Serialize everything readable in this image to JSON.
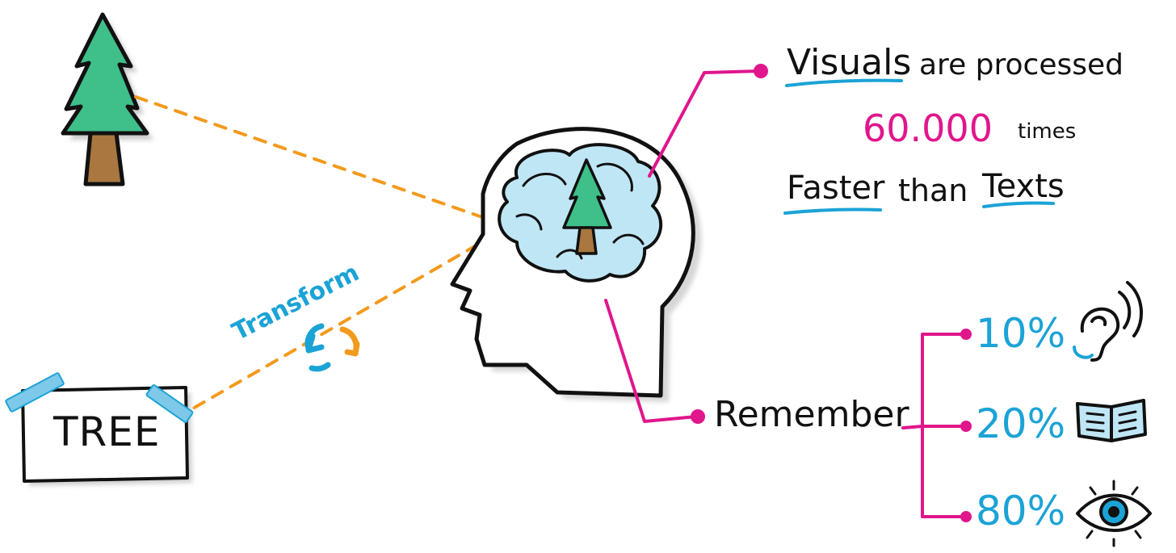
{
  "colors": {
    "ink": "#111111",
    "magenta": "#e0168c",
    "cyan": "#1ba3d6",
    "orange": "#f29a1c",
    "tree_green": "#3fbf8a",
    "trunk_brown": "#a9773f",
    "brain_blue": "#bfe6f5"
  },
  "tree_card": {
    "label": "TREE"
  },
  "transform": {
    "label": "Transform"
  },
  "facts": {
    "line1_em": "Visuals",
    "line1_rest": "are processed",
    "number": "60.000",
    "times": "times",
    "line3_em1": "Faster",
    "line3_mid": "than",
    "line3_em2": "Texts"
  },
  "remember": {
    "label": "Remember",
    "items": [
      {
        "percent": "10%",
        "icon": "ear-icon"
      },
      {
        "percent": "20%",
        "icon": "book-icon"
      },
      {
        "percent": "80%",
        "icon": "eye-icon"
      }
    ]
  }
}
